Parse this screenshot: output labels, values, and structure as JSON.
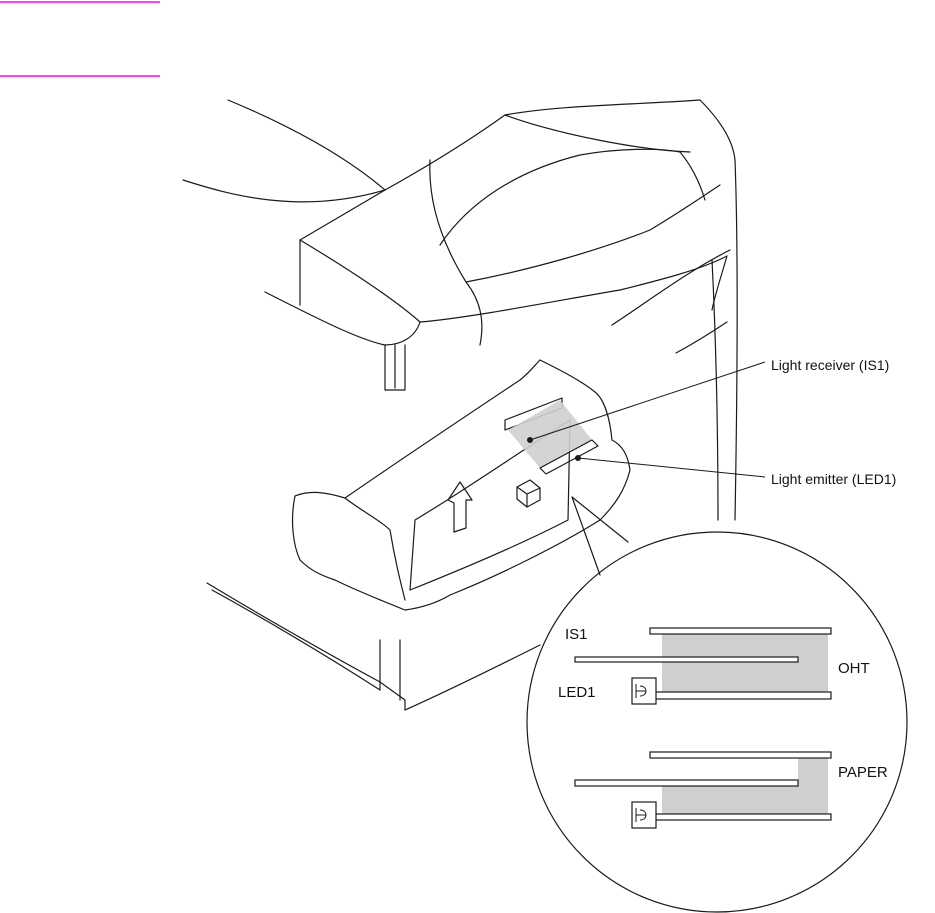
{
  "colors": {
    "header_rule": "#ff00ff",
    "line": "#1a1a1a",
    "shade": "#cfcfcf"
  },
  "callouts": {
    "light_receiver": "Light receiver (IS1)",
    "light_emitter": "Light emitter (LED1)"
  },
  "detail": {
    "is1": "IS1",
    "led1": "LED1",
    "oht": "OHT",
    "paper": "PAPER"
  }
}
